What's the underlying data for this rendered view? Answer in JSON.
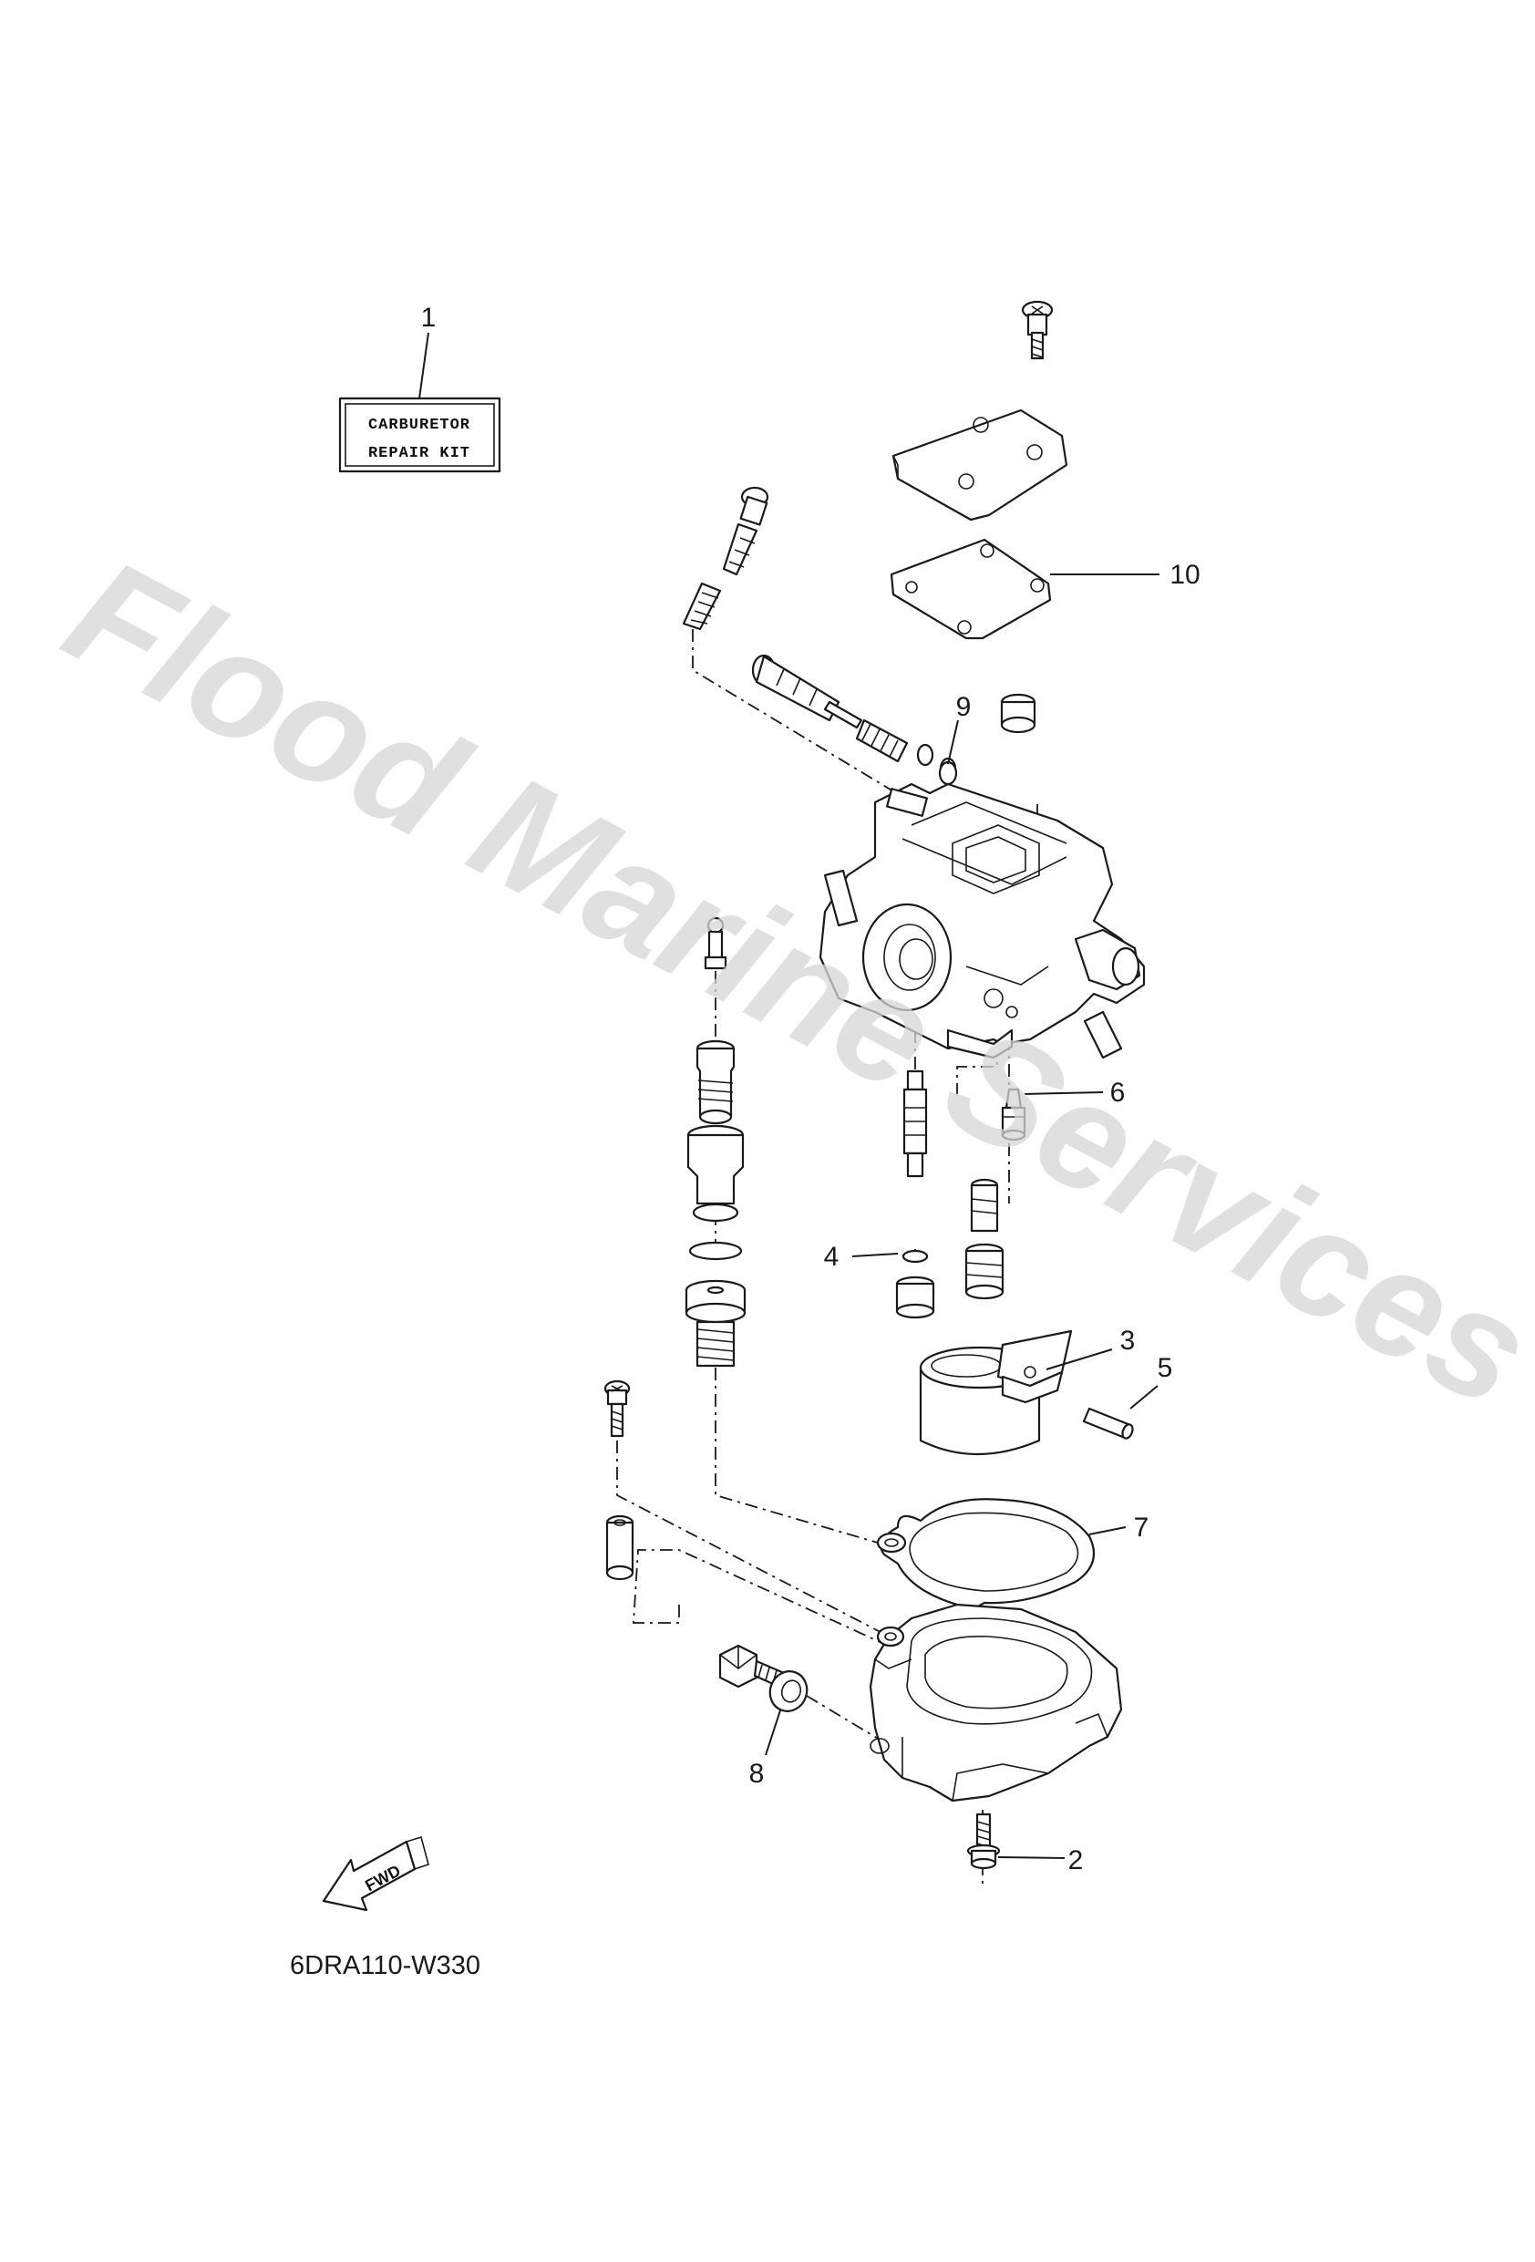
{
  "watermark": "Flood Marine Services",
  "kit_label": {
    "line1": "CARBURETOR",
    "line2": "REPAIR KIT"
  },
  "fwd_label": "FWD",
  "diagram_code": "6DRA110-W330",
  "callouts": [
    {
      "id": "1",
      "label": "1"
    },
    {
      "id": "2",
      "label": "2"
    },
    {
      "id": "3",
      "label": "3"
    },
    {
      "id": "4",
      "label": "4"
    },
    {
      "id": "5",
      "label": "5"
    },
    {
      "id": "6",
      "label": "6"
    },
    {
      "id": "7",
      "label": "7"
    },
    {
      "id": "8",
      "label": "8"
    },
    {
      "id": "9",
      "label": "9"
    },
    {
      "id": "10",
      "label": "10"
    }
  ]
}
